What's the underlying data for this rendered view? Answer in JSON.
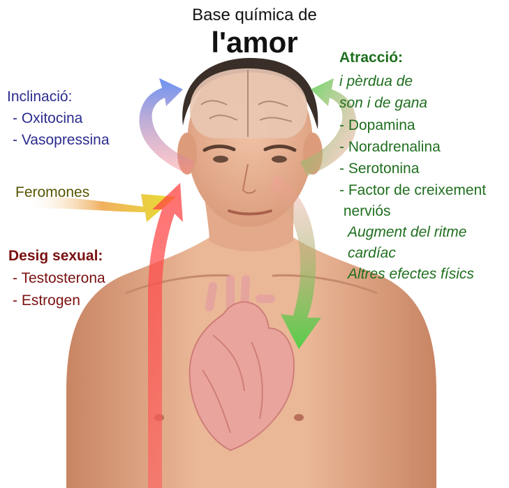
{
  "title": {
    "line1": "Base química de",
    "line2": "l'amor"
  },
  "colors": {
    "inclination": "#2b2b8f",
    "attraction": "#1f6e1f",
    "desire": "#7a1010",
    "pheromones": "#555500"
  },
  "inclination": {
    "heading": "Inclinació:",
    "items": [
      "- Oxitocina",
      "- Vasopressina"
    ]
  },
  "pheromones": {
    "label": "Feromones"
  },
  "desire": {
    "heading": "Desig sexual:",
    "items": [
      "- Testosterona",
      "- Estrogen"
    ]
  },
  "attraction": {
    "heading": "Atracció:",
    "effects_top": [
      "i pèrdua de",
      "son i de gana"
    ],
    "items": [
      "- Dopamina",
      "- Noradrenalina",
      "- Serotonina",
      "- Factor de creixement",
      " nerviós"
    ],
    "effects_bottom": [
      "Augment del ritme",
      "cardíac",
      "Altres efectes físics"
    ]
  },
  "icons": [
    "human-torso-icon",
    "brain-icon",
    "heart-icon"
  ]
}
